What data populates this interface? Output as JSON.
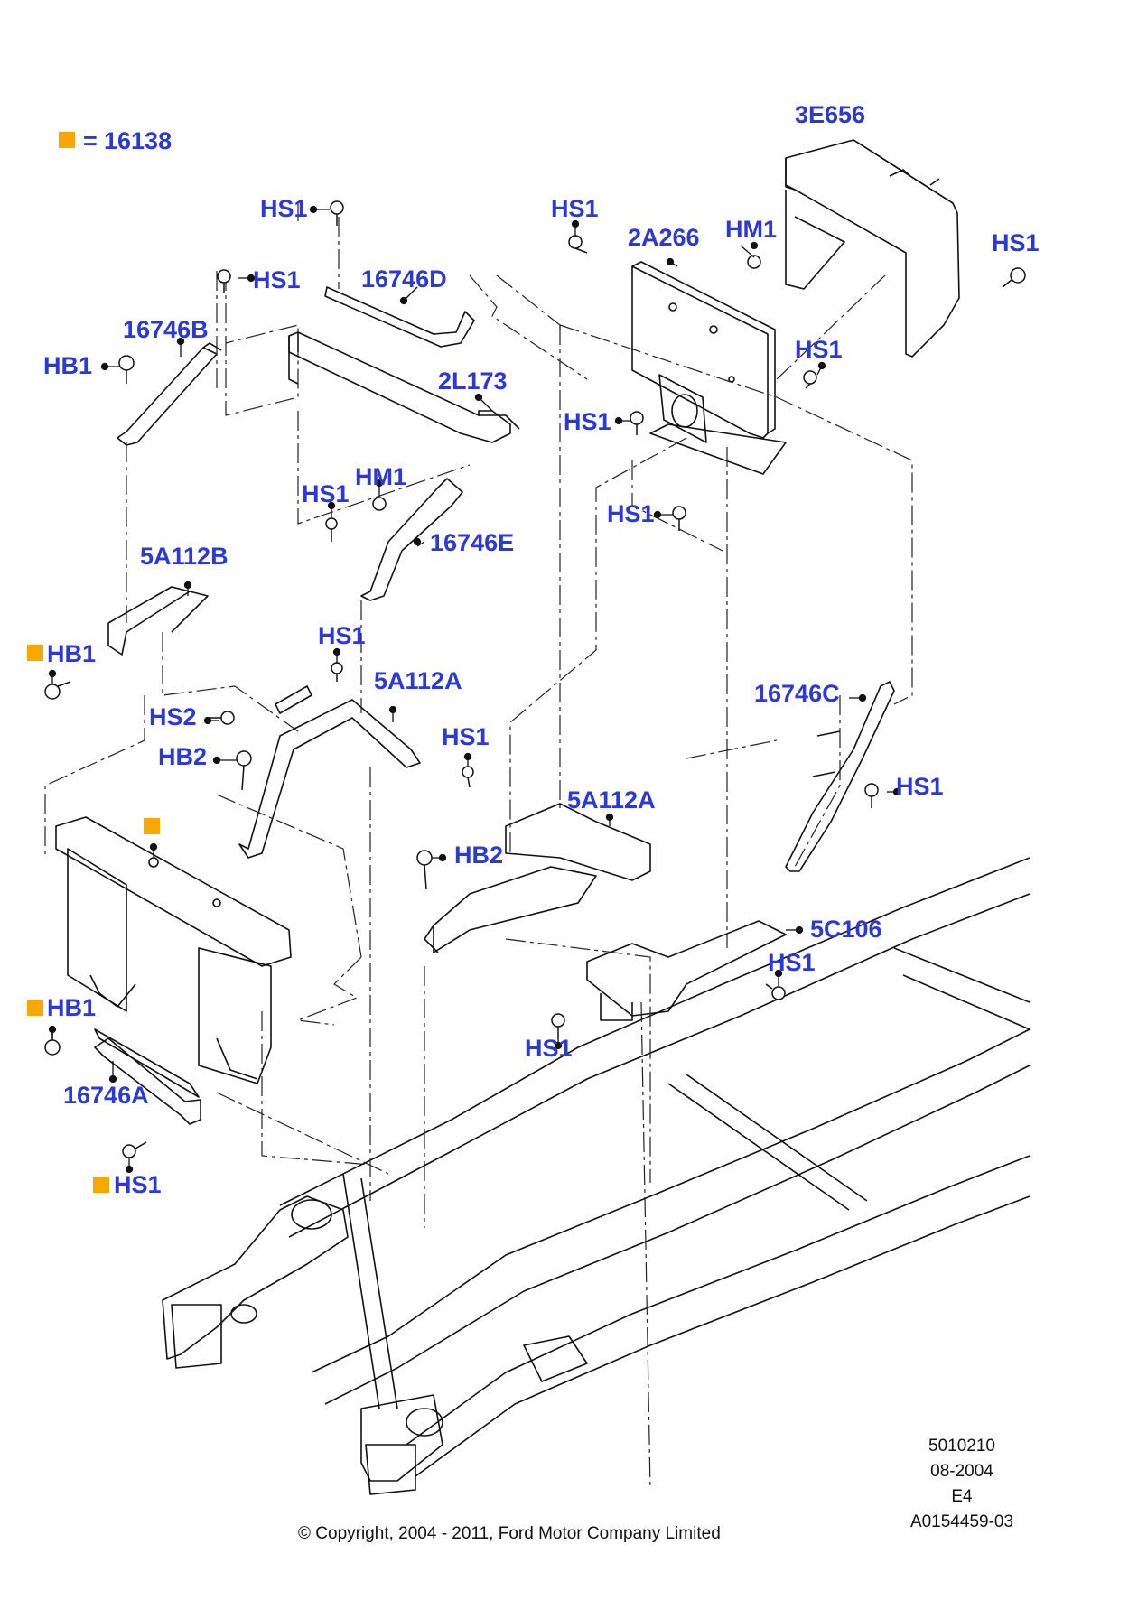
{
  "legend": {
    "marker_color": "#f7a800",
    "equals": "=",
    "part_number": "16138"
  },
  "label_color": "#2b39d6",
  "labels": [
    {
      "id": "3e656",
      "text": "3E656"
    },
    {
      "id": "hs1-a",
      "text": "HS1"
    },
    {
      "id": "hs1-b",
      "text": "HS1"
    },
    {
      "id": "16746d",
      "text": "16746D"
    },
    {
      "id": "hs1-c",
      "text": "HS1"
    },
    {
      "id": "2a266",
      "text": "2A266"
    },
    {
      "id": "hm1-a",
      "text": "HM1"
    },
    {
      "id": "hs1-d",
      "text": "HS1"
    },
    {
      "id": "16746b",
      "text": "16746B"
    },
    {
      "id": "hb1-a",
      "text": "HB1"
    },
    {
      "id": "hs1-e",
      "text": "HS1"
    },
    {
      "id": "2l173",
      "text": "2L173"
    },
    {
      "id": "hs1-f",
      "text": "HS1"
    },
    {
      "id": "hm1-b",
      "text": "HM1"
    },
    {
      "id": "hs1-g",
      "text": "HS1"
    },
    {
      "id": "hs1-h",
      "text": "HS1"
    },
    {
      "id": "16746e",
      "text": "16746E"
    },
    {
      "id": "5a112b",
      "text": "5A112B"
    },
    {
      "id": "hb1-b",
      "text": "HB1"
    },
    {
      "id": "hs1-i",
      "text": "HS1"
    },
    {
      "id": "5a112a-a",
      "text": "5A112A"
    },
    {
      "id": "16746c",
      "text": "16746C"
    },
    {
      "id": "hs2",
      "text": "HS2"
    },
    {
      "id": "hb2-a",
      "text": "HB2"
    },
    {
      "id": "hs1-j",
      "text": "HS1"
    },
    {
      "id": "hs1-k",
      "text": "HS1"
    },
    {
      "id": "5a112a-b",
      "text": "5A112A"
    },
    {
      "id": "hb2-b",
      "text": "HB2"
    },
    {
      "id": "5c106",
      "text": "5C106"
    },
    {
      "id": "hs1-l",
      "text": "HS1"
    },
    {
      "id": "hb1-c",
      "text": "HB1"
    },
    {
      "id": "hs1-m",
      "text": "HS1"
    },
    {
      "id": "16746a",
      "text": "16746A"
    },
    {
      "id": "hs1-n",
      "text": "HS1"
    }
  ],
  "meta": {
    "illustration_number": "5010210",
    "date": "08-2004",
    "code": "E4",
    "reference": "A0154459-03",
    "copyright": "© Copyright, 2004 - 2011, Ford Motor Company Limited"
  }
}
